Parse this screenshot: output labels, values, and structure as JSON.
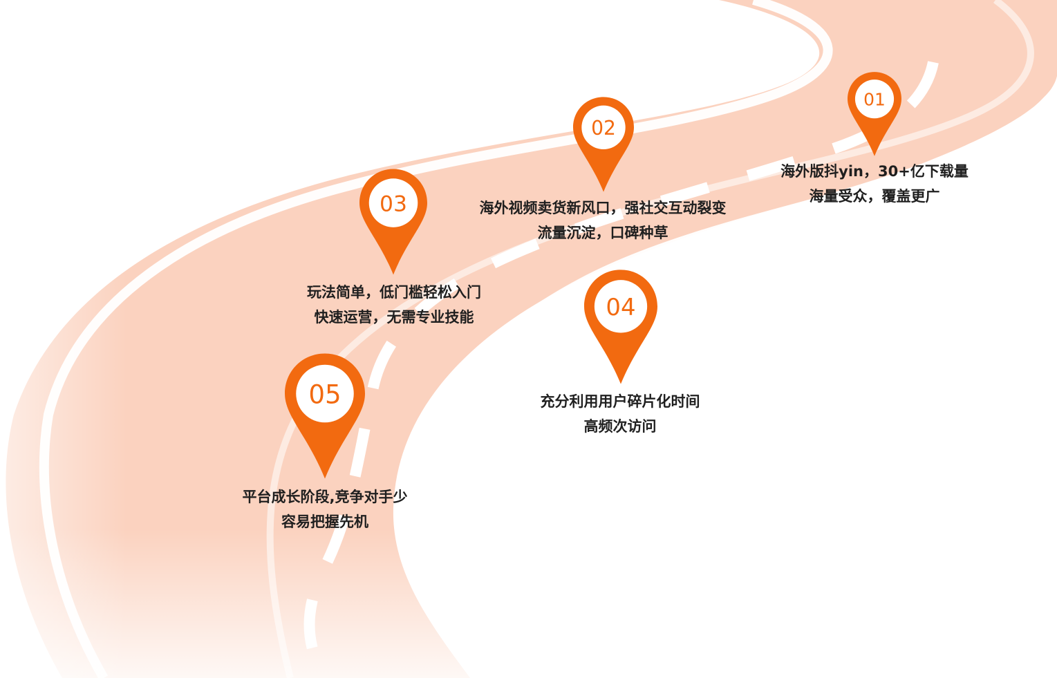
{
  "colors": {
    "accent": "#f26a10",
    "road": "#fbd2bf",
    "text": "#1f1f1f"
  },
  "steps": [
    {
      "num": "01",
      "line1": "海外版抖yin，30+亿下载量",
      "line2": "海量受众，覆盖更广"
    },
    {
      "num": "02",
      "line1": "海外视频卖货新风口，强社交互动裂变",
      "line2": "流量沉淀，口碑种草"
    },
    {
      "num": "03",
      "line1": "玩法简单，低门槛轻松入门",
      "line2": "快速运营，无需专业技能"
    },
    {
      "num": "04",
      "line1": "充分利用用户碎片化时间",
      "line2": "高频次访问"
    },
    {
      "num": "05",
      "line1": "平台成长阶段,竞争对手少",
      "line2": "容易把握先机"
    }
  ]
}
